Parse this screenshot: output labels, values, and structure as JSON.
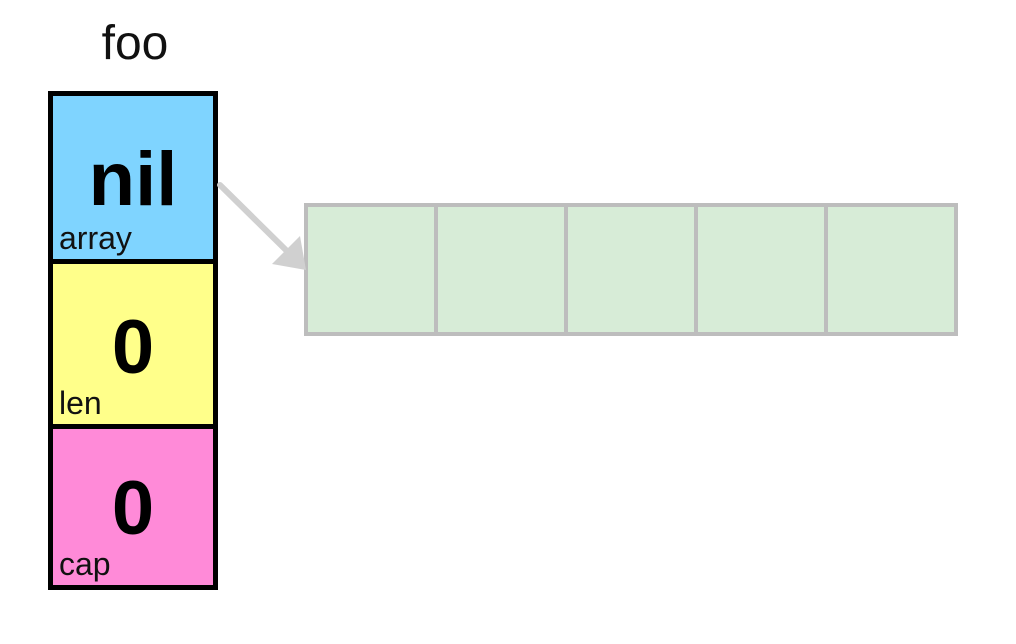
{
  "slice": {
    "name": "foo",
    "fields": [
      {
        "value": "nil",
        "label": "array",
        "color": "#7fd4ff"
      },
      {
        "value": "0",
        "label": "len",
        "color": "#ffff8a"
      },
      {
        "value": "0",
        "label": "cap",
        "color": "#ff8ad8"
      }
    ]
  },
  "backing_array": {
    "cell_count": 5,
    "fill_color": "#d7ecd7",
    "border_color": "#bdbdbd"
  },
  "pointer": {
    "color": "#d0d0d0"
  }
}
